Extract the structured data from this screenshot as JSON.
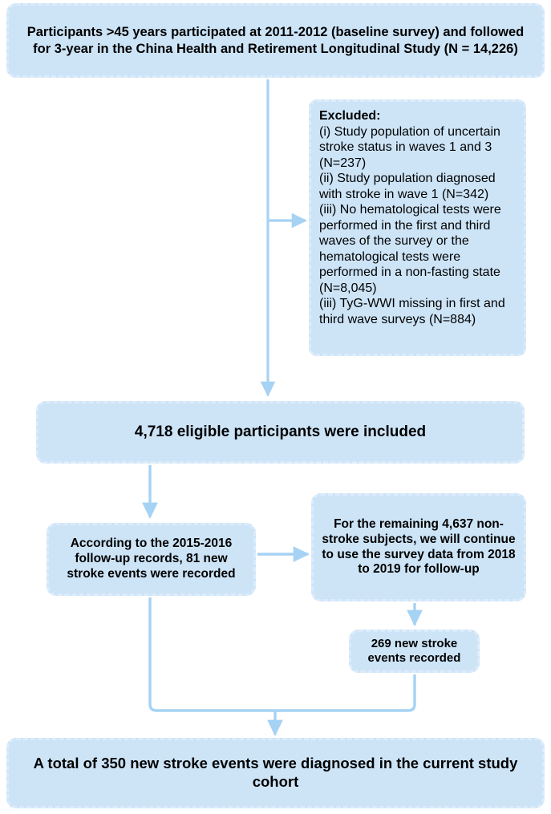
{
  "figure": {
    "type": "flowchart",
    "orientation": "top-to-bottom",
    "theme": {
      "node_fill": "#cde4f7",
      "node_border": "#dcecfb",
      "connector_color": "#a6d2f4",
      "text_color": "#000000",
      "background": "#ffffff"
    }
  },
  "nodes": {
    "baseline": {
      "id": "baseline",
      "text": "Participants >45 years participated at 2011-2012 (baseline survey) and followed for 3-year in the China Health and Retirement Longitudinal Study (N = 14,226)",
      "count": "14,226",
      "align": "center"
    },
    "excluded": {
      "id": "excluded",
      "title": "Excluded:",
      "text": "(i) Study population of uncertain stroke status in waves 1 and 3 (N=237)\n(ii) Study population diagnosed with stroke in wave 1 (N=342)\n(iii) No hematological tests were performed in the first and third waves of the survey or the hematological tests were performed in a non-fasting state (N=8,045)\n(iii) TyG-WWI missing in first and third wave surveys (N=884)",
      "align": "left",
      "items": [
        {
          "label": "(i) Study population of uncertain stroke status in waves 1 and 3 (N=237)",
          "n": "237"
        },
        {
          "label": "(ii) Study population diagnosed with stroke in wave 1 (N=342)",
          "n": "342"
        },
        {
          "label": "(iii) No hematological tests were performed in the first and third waves of the survey or the hematological tests were performed in a non-fasting state (N=8,045)",
          "n": "8,045"
        },
        {
          "label": "(iii) TyG-WWI missing in first and third wave surveys (N=884)",
          "n": "884"
        }
      ]
    },
    "eligible": {
      "id": "eligible",
      "text": "4,718 eligible participants were included",
      "count": "4,718",
      "align": "center"
    },
    "followup2015": {
      "id": "followup2015",
      "text": "According to the 2015-2016 follow-up records, 81 new stroke events were recorded",
      "count": "81",
      "align": "center"
    },
    "remaining": {
      "id": "remaining",
      "text": "For the remaining 4,637 non-stroke subjects, we will continue to use the survey data from 2018 to 2019 for follow-up",
      "count": "4,637",
      "align": "center"
    },
    "new269": {
      "id": "new269",
      "text": "269 new stroke events recorded",
      "count": "269",
      "align": "center"
    },
    "total": {
      "id": "total",
      "text": "A total of 350 new stroke events were diagnosed in the current study cohort",
      "count": "350",
      "align": "center"
    }
  },
  "edges": [
    {
      "from": "baseline",
      "to": "eligible",
      "kind": "vertical-arrow"
    },
    {
      "from": "baseline-stem",
      "to": "excluded",
      "kind": "horizontal-arrow"
    },
    {
      "from": "eligible",
      "to": "followup2015",
      "kind": "vertical-arrow"
    },
    {
      "from": "followup2015",
      "to": "remaining",
      "kind": "horizontal-arrow"
    },
    {
      "from": "remaining",
      "to": "new269",
      "kind": "vertical-arrow"
    },
    {
      "from": "followup2015",
      "to": "total",
      "kind": "elbow-merge-arrow"
    },
    {
      "from": "new269",
      "to": "total",
      "kind": "elbow-merge-arrow"
    }
  ]
}
